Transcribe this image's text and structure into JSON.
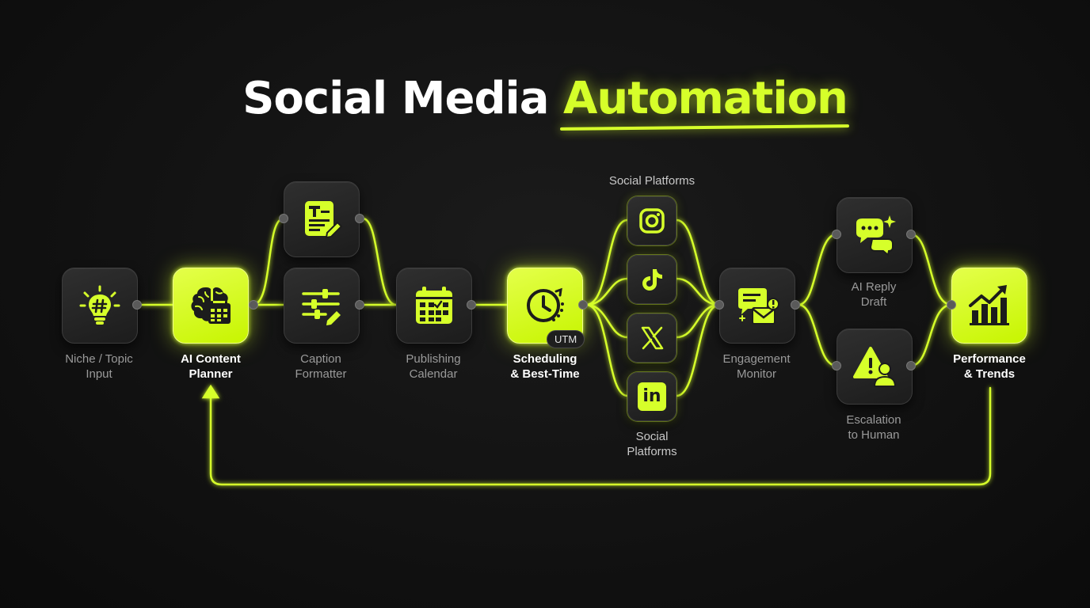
{
  "title": {
    "main": "Social Media",
    "accent": "Automation"
  },
  "nodes": {
    "niche": {
      "label": "Niche / Topic\nInput",
      "icon": "lightbulb-hashtag-icon"
    },
    "planner": {
      "label": "AI Content\nPlanner",
      "icon": "brain-calendar-icon"
    },
    "editor": {
      "label": "",
      "icon": "text-document-edit-icon"
    },
    "caption": {
      "label": "Caption\nFormatter",
      "icon": "sliders-pen-icon"
    },
    "calendar": {
      "label": "Publishing\nCalendar",
      "icon": "calendar-check-icon"
    },
    "scheduling": {
      "label": "Scheduling\n& Best-Time",
      "icon": "clock-refresh-icon",
      "badge": "UTM"
    },
    "platforms": {
      "top_label": "Social Platforms",
      "bottom_label": "Social\nPlatforms",
      "items": [
        {
          "name": "instagram",
          "icon": "instagram-icon"
        },
        {
          "name": "tiktok",
          "icon": "tiktok-icon"
        },
        {
          "name": "x",
          "icon": "x-logo-icon"
        },
        {
          "name": "linkedin",
          "icon": "linkedin-icon",
          "text": "in"
        }
      ]
    },
    "engagement": {
      "label": "Engagement\nMonitor",
      "icon": "chat-mail-alert-icon"
    },
    "reply": {
      "label": "AI Reply\nDraft",
      "icon": "chat-bubbles-sparkle-icon"
    },
    "escalation": {
      "label": "Escalation\nto Human",
      "icon": "warning-person-icon"
    },
    "performance": {
      "label": "Performance\n& Trends",
      "icon": "bar-chart-trend-icon"
    }
  },
  "colors": {
    "accent": "#d6ff2a",
    "node_dark": "#262626",
    "background": "#121212",
    "label_dim": "#9a9a9a"
  }
}
